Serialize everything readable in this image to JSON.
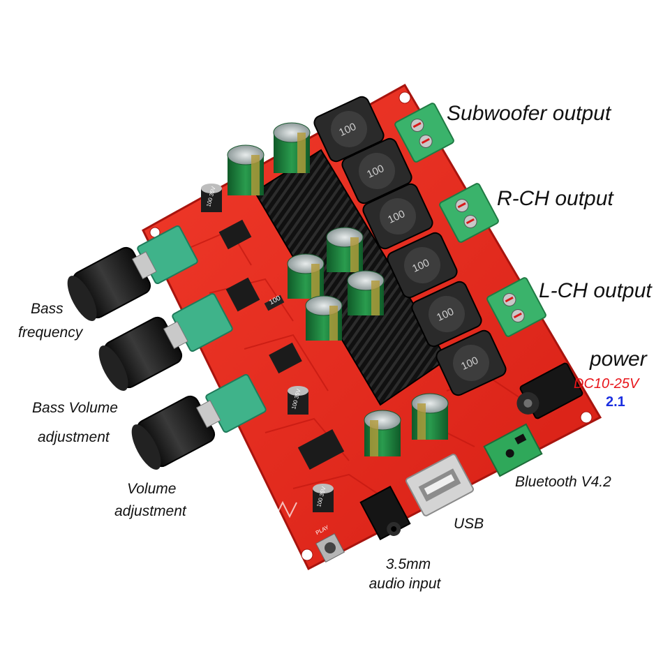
{
  "labels": {
    "subwoofer_output": "Subwoofer output",
    "r_ch_output": "R-CH output",
    "l_ch_output": "L-CH output",
    "power": "power",
    "power_voltage": "DC10-25V",
    "power_channels": "2.1",
    "bluetooth": "Bluetooth V4.2",
    "usb": "USB",
    "audio_input_line1": "3.5mm",
    "audio_input_line2": "audio input",
    "bass_frequency_line1": "Bass",
    "bass_frequency_line2": "frequency",
    "bass_volume_line1": "Bass Volume",
    "bass_volume_line2": "adjustment",
    "volume_line1": "Volume",
    "volume_line2": "adjustment"
  },
  "markings": {
    "inductor_value": "100",
    "resistor_value": "100",
    "cap_small_text": "100 35V",
    "button_label": "PLAY"
  },
  "colors": {
    "pcb": "#e8281c",
    "pcb_dark": "#b51812",
    "heatsink": "#151515",
    "terminal_green": "#3ab36b",
    "knob": "#1a1a1a",
    "capacitor_green": "#1e7a3c",
    "label_red": "#e8141a",
    "label_blue": "#1a2ee0"
  }
}
